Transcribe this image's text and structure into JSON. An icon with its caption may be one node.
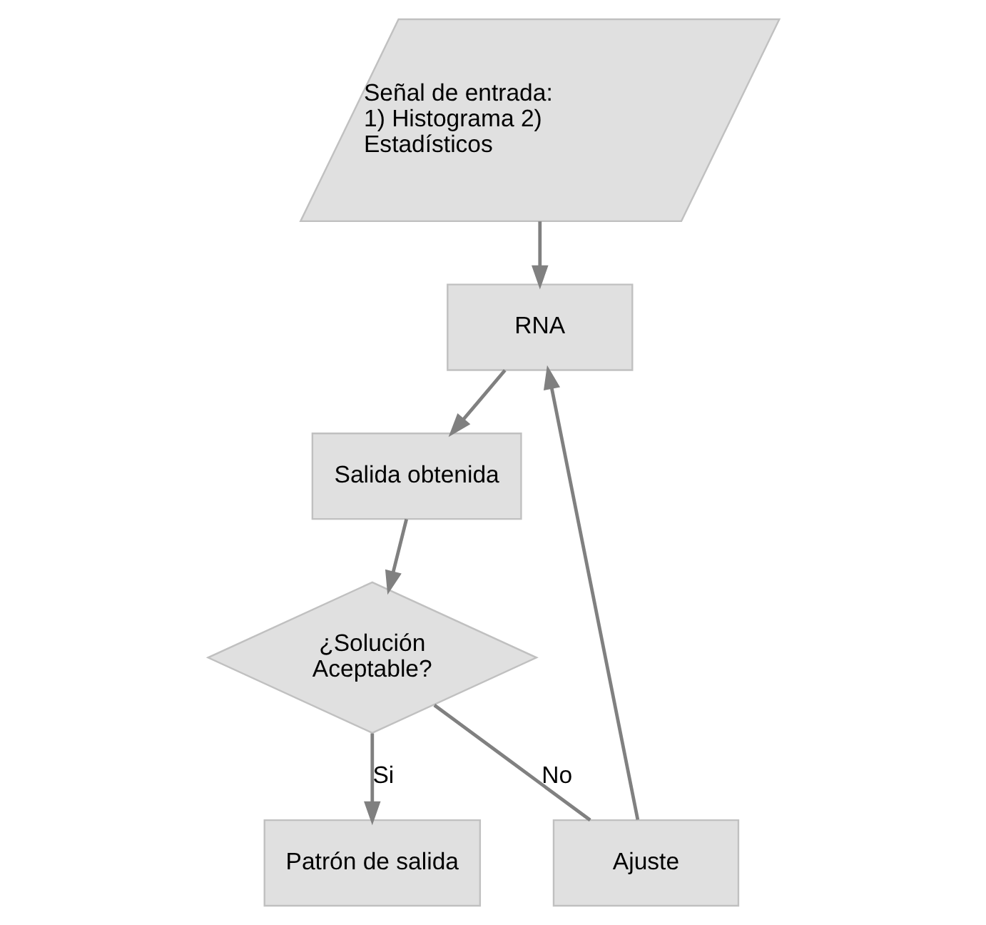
{
  "diagram": {
    "nodes": [
      {
        "text": [
          "Señal de entrada: 1) Histograma 2) Estadísticos"
        ]
      },
      {
        "text": [
          "RNA"
        ]
      },
      {
        "text": [
          "Salida obtenida"
        ]
      },
      {
        "text": [
          "¿Solución Aceptable?"
        ]
      },
      {
        "text": [
          "Ajuste"
        ]
      },
      {
        "text": [
          "Patrón de salida"
        ]
      }
    ],
    "edges": [
      {
        "from": 0,
        "to": 1,
        "arrow": "to"
      },
      {
        "from": 1,
        "to": 2,
        "arrow": "to"
      },
      {
        "from": 2,
        "to": 3,
        "arrow": "to"
      },
      {
        "from": 3,
        "to": 4,
        "arrow": "none",
        "label": "No"
      },
      {
        "from": 4,
        "to": 1,
        "arrow": "to"
      },
      {
        "from": 3,
        "to": 5,
        "arrow": "to",
        "label": "Si"
      }
    ]
  }
}
